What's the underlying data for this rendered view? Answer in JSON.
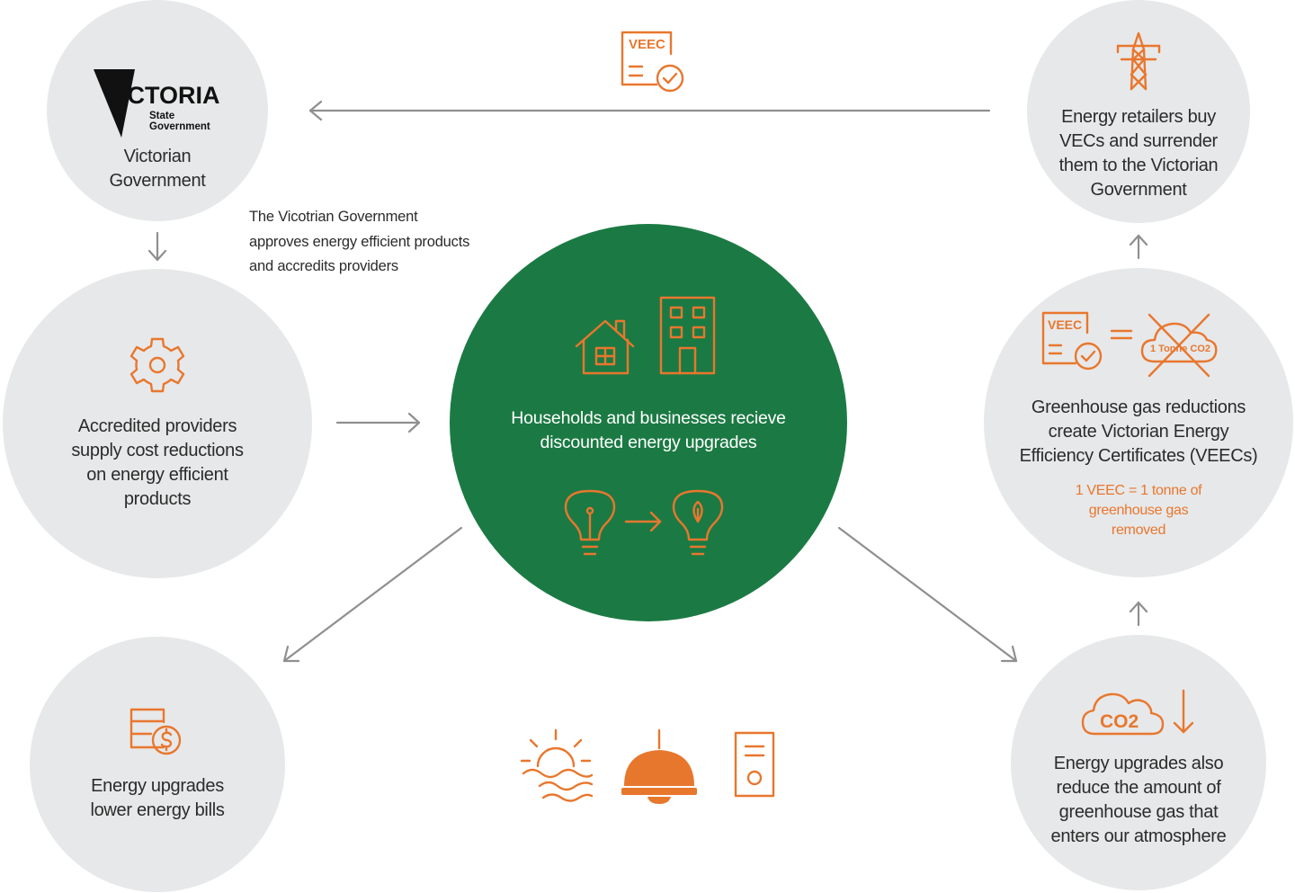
{
  "logo": {
    "name": "VICTORIA",
    "sub1": "State",
    "sub2": "Government"
  },
  "nodes": {
    "government": "Victorian\nGovernment",
    "providers": "Accredited providers\nsupply cost reductions\non energy efficient\nproducts",
    "bills": "Energy upgrades\nlower energy bills",
    "retailers": "Energy retailers buy\nVECs and surrender\nthem to the Victorian\nGovernment",
    "veecs": "Greenhouse gas reductions\ncreate Victorian Energy\nEfficiency Certificates (VEECs)",
    "veecs_note": "1 VEEC = 1 tonne of\ngreenhouse gas\nremoved",
    "atmosphere": "Energy upgrades also\nreduce the amount of\ngreenhouse gas that\nenters our atmosphere",
    "center": "Households and  businesses recieve\ndiscounted energy upgrades"
  },
  "annotation": "The Vicotrian Government\napproves energy efficient products\nand accredits providers",
  "icon_labels": {
    "veec": "VEEC",
    "tonne": "1 Tonne CO2",
    "co2": "CO2"
  },
  "colors": {
    "accent": "#e8772e",
    "green": "#1b7a43",
    "circle": "#e7e8e9",
    "arrow": "#8f8f8f"
  },
  "icons": [
    "victoria-logo",
    "veec-certificate-icon",
    "transmission-tower-icon",
    "gear-icon",
    "house-icon",
    "office-building-icon",
    "lightbulb-icon",
    "eco-lightbulb-icon",
    "veec-equals-tonne-icon",
    "bill-dollar-icon",
    "co2-cloud-icon",
    "down-arrow-icon",
    "solar-water-icon",
    "pendant-lamp-icon",
    "heater-icon"
  ]
}
